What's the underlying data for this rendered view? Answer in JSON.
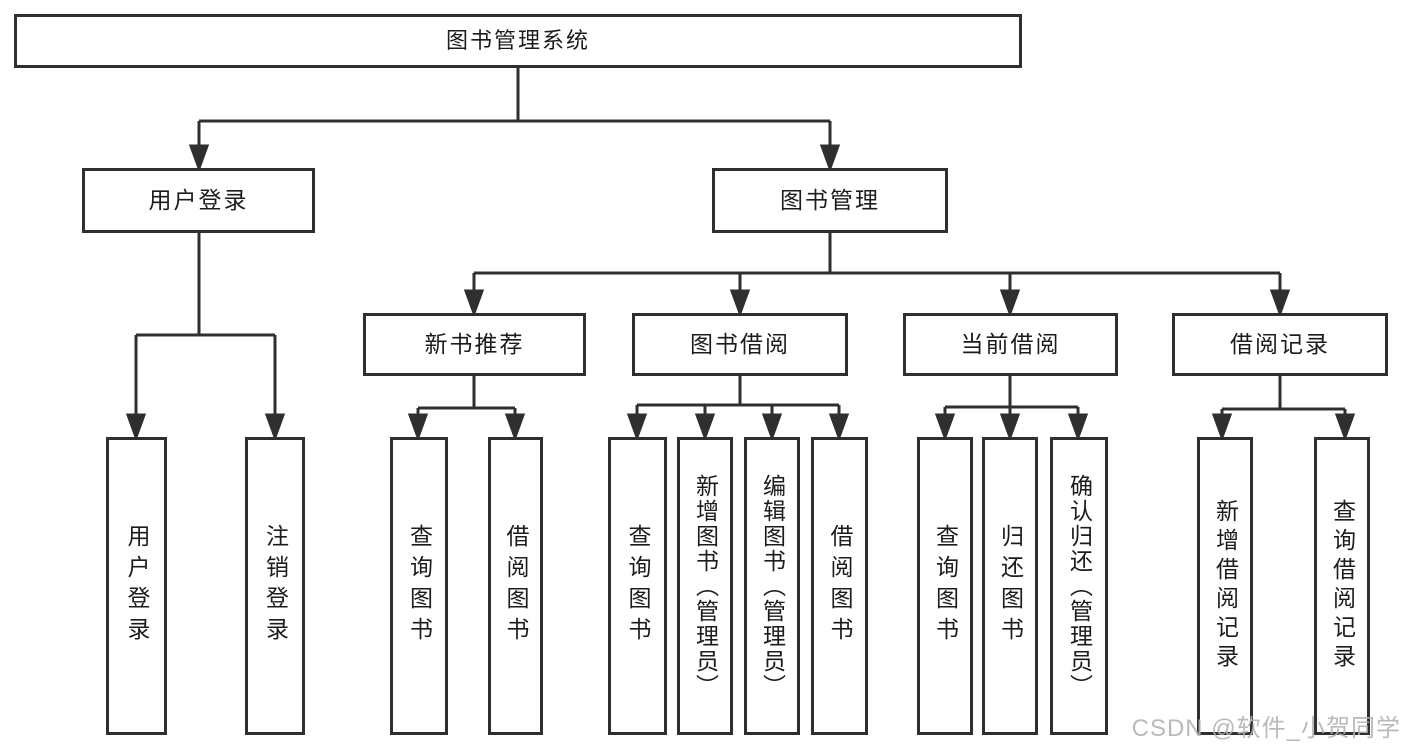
{
  "diagram": {
    "title": "图书管理系统",
    "root": {
      "label": "图书管理系统"
    },
    "branches": [
      {
        "label": "用户登录",
        "children": [
          {
            "label": "用户登录"
          },
          {
            "label": "注销登录"
          }
        ]
      },
      {
        "label": "图书管理",
        "sections": [
          {
            "label": "新书推荐",
            "children": [
              {
                "label": "查询图书"
              },
              {
                "label": "借阅图书"
              }
            ]
          },
          {
            "label": "图书借阅",
            "children": [
              {
                "label": "查询图书"
              },
              {
                "label": "新增图书（管理员）"
              },
              {
                "label": "编辑图书（管理员）"
              },
              {
                "label": "借阅图书"
              }
            ]
          },
          {
            "label": "当前借阅",
            "children": [
              {
                "label": "查询图书"
              },
              {
                "label": "归还图书"
              },
              {
                "label": "确认归还（管理员）"
              }
            ]
          },
          {
            "label": "借阅记录",
            "children": [
              {
                "label": "新增借阅记录"
              },
              {
                "label": "查询借阅记录"
              }
            ]
          }
        ]
      }
    ]
  },
  "watermark": {
    "text": "CSDN @软件_小贺同学"
  },
  "colors": {
    "line": "#2f2f2f",
    "box_border": "#2f2f2f",
    "text": "#1c1c1c",
    "watermark": "#b2b2b2",
    "background": "#ffffff"
  }
}
